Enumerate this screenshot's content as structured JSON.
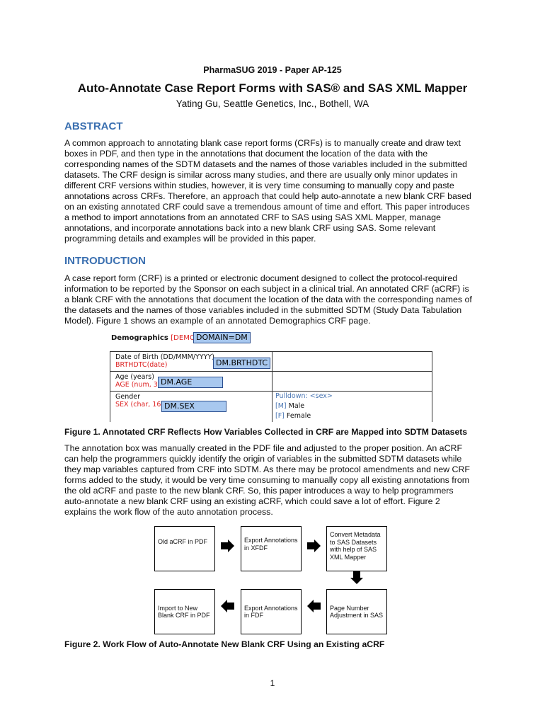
{
  "header": "PharmaSUG 2019 - Paper AP-125",
  "title": "Auto-Annotate Case Report Forms with SAS® and SAS XML Mapper",
  "authors": "Yating Gu, Seattle Genetics, Inc., Bothell, WA",
  "abstract": {
    "heading": "ABSTRACT",
    "lines": [
      "A common approach to annotating blank case report forms (CRFs) is to manually create and draw text",
      "boxes in PDF, and then type in the annotations that document the location of the data with the",
      "corresponding names of the SDTM datasets and the names of those variables included in the submitted",
      "datasets. The CRF design is similar across many studies, and there are usually only minor updates in",
      "different CRF versions within studies, however, it is very time consuming to manually copy and paste",
      "annotations across CRFs. Therefore, an approach that could help auto-annotate a new blank CRF based",
      "on an existing annotated CRF could save a tremendous amount of time and effort. This paper introduces",
      "a method to import annotations from an annotated CRF to SAS using SAS XML Mapper, manage",
      "annotations, and incorporate annotations back into a new blank CRF using SAS. Some relevant",
      "programming details and examples will be provided in this paper."
    ]
  },
  "introduction": {
    "heading": "INTRODUCTION",
    "lines": [
      "A case report form (CRF) is a printed or electronic document designed to collect the protocol-required",
      "information to be reported by the Sponsor on each subject in a clinical trial. An annotated CRF (aCRF) is",
      "a blank CRF with the annotations that document the location of the data with the corresponding names of",
      "the datasets and the names of those variables included in the submitted SDTM (Study Data Tabulation",
      "Model). Figure 1 shows an example of an annotated Demographics CRF page."
    ]
  },
  "figure1": {
    "form_title": "Demographics",
    "form_domain": "[DEMO]",
    "domain_annotation": "DOMAIN=DM",
    "rows": [
      {
        "label": "Date of Birth (DD/MMM/YYYY)",
        "variable": "BRTHDTC(date)",
        "annotation": "DM.BRTHDTC"
      },
      {
        "label": "Age (years)",
        "variable": "AGE (num, 3)",
        "annotation": "DM.AGE"
      },
      {
        "label": "Gender",
        "variable": "SEX (char, 16)",
        "annotation": "DM.SEX"
      }
    ],
    "pulldown_label": "Pulldown: <sex>",
    "options": [
      {
        "code": "[M]",
        "label": "Male"
      },
      {
        "code": "[F]",
        "label": "Female"
      }
    ],
    "caption": "Figure 1. Annotated CRF Reflects How Variables Collected in CRF are Mapped into SDTM Datasets"
  },
  "paragraph2": {
    "lines": [
      "The annotation box was manually created in the PDF file and adjusted to the proper position. An aCRF",
      "can help the programmers quickly identify the origin of variables in the submitted SDTM datasets while",
      "they map variables captured from CRF into SDTM. As there may be protocol amendments and new CRF",
      "forms added to the study, it would be very time consuming to manually copy all existing annotations from",
      "the old aCRF and paste to the new blank CRF. So, this paper introduces a way to help programmers",
      "auto-annotate a new blank CRF using an existing aCRF, which could save a lot of effort. Figure 2",
      "explains the work flow of the auto annotation process."
    ]
  },
  "figure2": {
    "steps": [
      "Old aCRF in PDF",
      "Export Annotations in XFDF",
      "Convert Metadata to SAS Datasets with help of SAS XML Mapper",
      "Page Number Adjustment in SAS",
      "Export Annotations in FDF",
      "Import to New Blank CRF in PDF"
    ],
    "caption": "Figure 2. Work Flow of Auto-Annotate New Blank CRF Using an Existing aCRF"
  },
  "page_number": "1"
}
